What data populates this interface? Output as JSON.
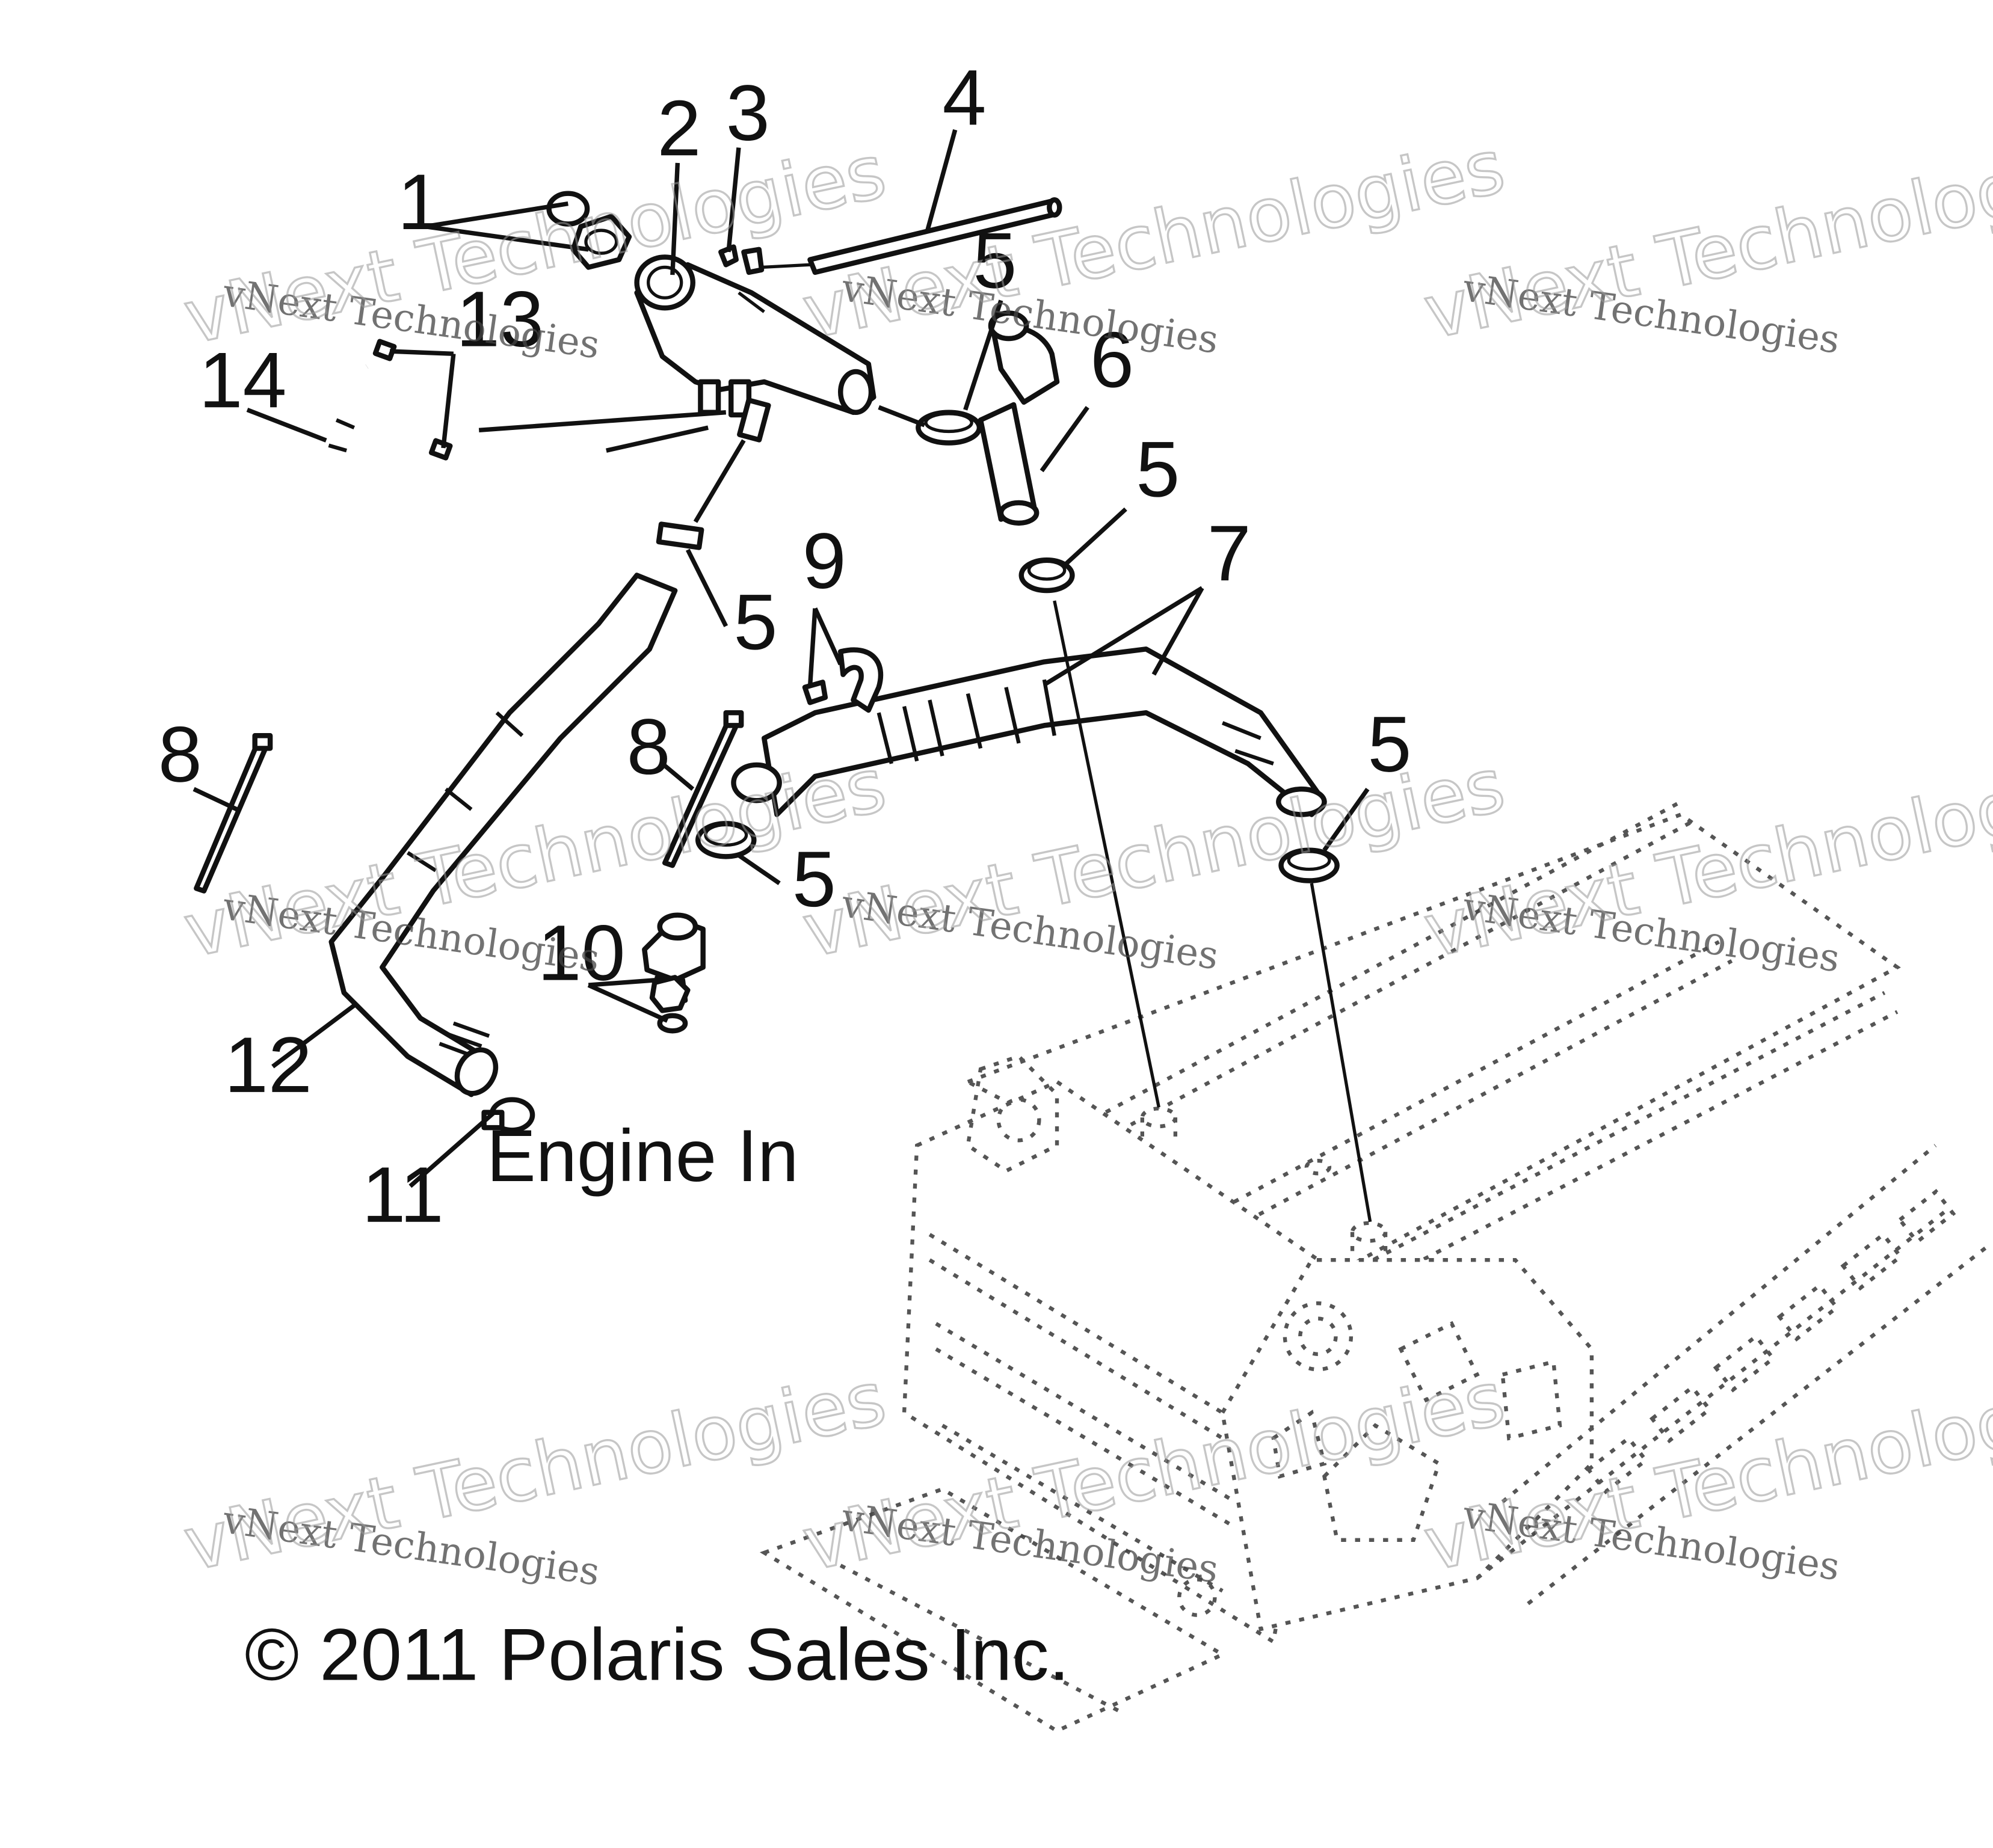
{
  "callouts": {
    "c1": "1",
    "c2": "2",
    "c3": "3",
    "c4": "4",
    "c5a": "5",
    "c5b": "5",
    "c5c": "5",
    "c5d": "5",
    "c5e": "5",
    "c6": "6",
    "c7": "7",
    "c8a": "8",
    "c8b": "8",
    "c9": "9",
    "c10": "10",
    "c11": "11",
    "c12": "12",
    "c13": "13",
    "c14": "14"
  },
  "annotation": {
    "engine_in": "Engine In"
  },
  "copyright": "© 2011 Polaris Sales Inc.",
  "watermark": {
    "small": "vNext Technologies",
    "big": "vNext Technologies"
  }
}
